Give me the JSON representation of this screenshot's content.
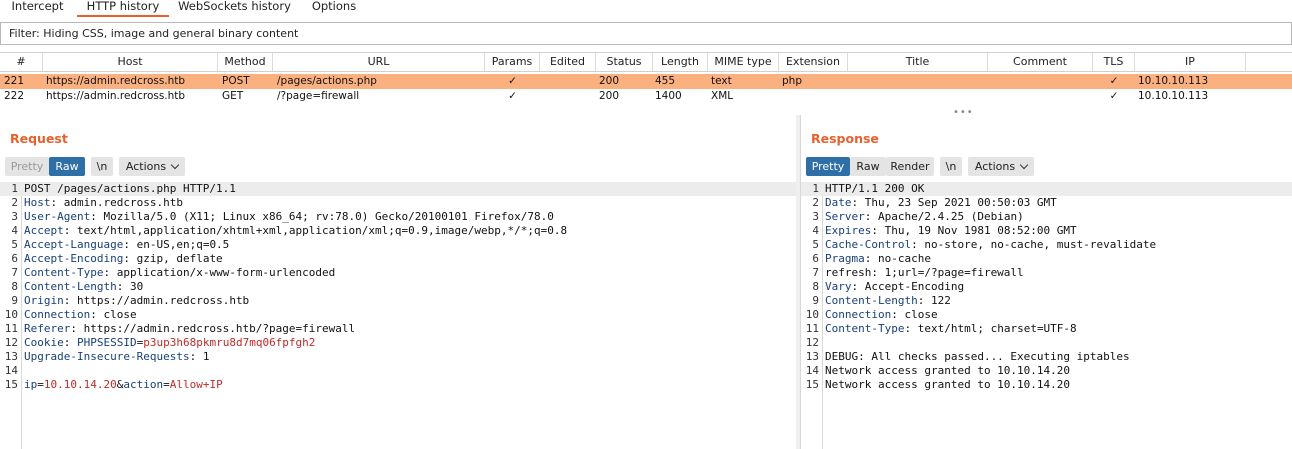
{
  "tabs": [
    "Intercept",
    "HTTP history",
    "WebSockets history",
    "Options"
  ],
  "filter": "Filter: Hiding CSS, image and general binary content",
  "columns": [
    "#",
    "Host",
    "Method",
    "URL",
    "Params",
    "Edited",
    "Status",
    "Length",
    "MIME type",
    "Extension",
    "Title",
    "Comment",
    "TLS",
    "IP"
  ],
  "rows": [
    {
      "num": "221",
      "host": "https://admin.redcross.htb",
      "method": "POST",
      "url": "/pages/actions.php",
      "params": "✓",
      "edited": "",
      "status": "200",
      "length": "455",
      "mime": "text",
      "ext": "php",
      "title": "",
      "comment": "",
      "tls": "✓",
      "ip": "10.10.10.113"
    },
    {
      "num": "222",
      "host": "https://admin.redcross.htb",
      "method": "GET",
      "url": "/?page=firewall",
      "params": "✓",
      "edited": "",
      "status": "200",
      "length": "1400",
      "mime": "XML",
      "ext": "",
      "title": "",
      "comment": "",
      "tls": "✓",
      "ip": "10.10.10.113"
    }
  ],
  "request": {
    "title": "Request",
    "buttons": {
      "pretty": "Pretty",
      "raw": "Raw",
      "newline": "\\n",
      "actions": "Actions"
    },
    "lines": [
      {
        "n": "1",
        "k": "",
        "v": "POST /pages/actions.php HTTP/1.1"
      },
      {
        "n": "2",
        "k": "Host",
        "v": " admin.redcross.htb"
      },
      {
        "n": "3",
        "k": "User-Agent",
        "v": " Mozilla/5.0 (X11; Linux x86_64; rv:78.0) Gecko/20100101 Firefox/78.0"
      },
      {
        "n": "4",
        "k": "Accept",
        "v": " text/html,application/xhtml+xml,application/xml;q=0.9,image/webp,*/*;q=0.8"
      },
      {
        "n": "5",
        "k": "Accept-Language",
        "v": " en-US,en;q=0.5"
      },
      {
        "n": "6",
        "k": "Accept-Encoding",
        "v": " gzip, deflate"
      },
      {
        "n": "7",
        "k": "Content-Type",
        "v": " application/x-www-form-urlencoded"
      },
      {
        "n": "8",
        "k": "Content-Length",
        "v": " 30"
      },
      {
        "n": "9",
        "k": "Origin",
        "v": " https://admin.redcross.htb"
      },
      {
        "n": "10",
        "k": "Connection",
        "v": " close"
      },
      {
        "n": "11",
        "k": "Referer",
        "v": " https://admin.redcross.htb/?page=firewall"
      },
      {
        "n": "12",
        "k": "Cookie",
        "v": " ",
        "ck": "PHPSESSID",
        "cv": "p3up3h68pkmru8d7mq06fpfgh2"
      },
      {
        "n": "13",
        "k": "Upgrade-Insecure-Requests",
        "v": " 1"
      },
      {
        "n": "14",
        "k": "",
        "v": ""
      },
      {
        "n": "15",
        "k": "",
        "v": "",
        "body": true
      }
    ],
    "body": {
      "k1": "ip",
      "v1": "10.10.14.20",
      "amp": "&",
      "k2": "action",
      "v2": "Allow+IP"
    }
  },
  "response": {
    "title": "Response",
    "buttons": {
      "pretty": "Pretty",
      "raw": "Raw",
      "render": "Render",
      "newline": "\\n",
      "actions": "Actions"
    },
    "lines": [
      {
        "n": "1",
        "k": "",
        "v": "HTTP/1.1 200 OK"
      },
      {
        "n": "2",
        "k": "Date",
        "v": " Thu, 23 Sep 2021 00:50:03 GMT"
      },
      {
        "n": "3",
        "k": "Server",
        "v": " Apache/2.4.25 (Debian)"
      },
      {
        "n": "4",
        "k": "Expires",
        "v": " Thu, 19 Nov 1981 08:52:00 GMT"
      },
      {
        "n": "5",
        "k": "Cache-Control",
        "v": " no-store, no-cache, must-revalidate"
      },
      {
        "n": "6",
        "k": "Pragma",
        "v": " no-cache"
      },
      {
        "n": "7",
        "k": "",
        "v": "refresh: 1;url=/?page=firewall"
      },
      {
        "n": "8",
        "k": "Vary",
        "v": " Accept-Encoding"
      },
      {
        "n": "9",
        "k": "Content-Length",
        "v": " 122"
      },
      {
        "n": "10",
        "k": "Connection",
        "v": " close"
      },
      {
        "n": "11",
        "k": "Content-Type",
        "v": " text/html; charset=UTF-8"
      },
      {
        "n": "12",
        "k": "",
        "v": ""
      },
      {
        "n": "13",
        "k": "",
        "v": "DEBUG: All checks passed... Executing iptables"
      },
      {
        "n": "14",
        "k": "",
        "v": "Network access granted to 10.10.14.20"
      },
      {
        "n": "15",
        "k": "",
        "v": "Network access granted to 10.10.14.20"
      }
    ]
  },
  "colors": {
    "accent": "#e8612c",
    "selected_row": "#fbb07f",
    "active_button": "#2f6fa8",
    "header_key": "#1a3f7a",
    "cookie_value": "#c22a2a"
  }
}
